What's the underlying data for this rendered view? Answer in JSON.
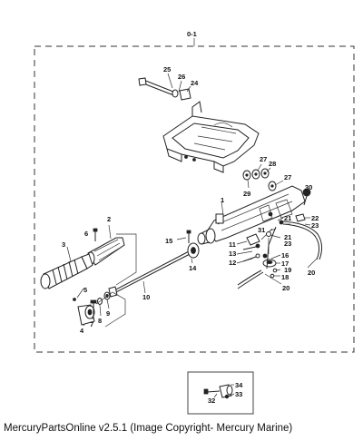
{
  "assembly_label": "0-1",
  "callouts": {
    "c1": "1",
    "c2": "2",
    "c3": "3",
    "c4": "4",
    "c5": "5",
    "c6": "6",
    "c7": "7",
    "c8": "8",
    "c9": "9",
    "c10": "10",
    "c11": "11",
    "c12": "12",
    "c13": "13",
    "c14": "14",
    "c15": "15",
    "c16": "16",
    "c17": "17",
    "c18": "18",
    "c19": "19",
    "c20a": "20",
    "c20b": "20",
    "c21a": "21",
    "c21b": "21",
    "c22": "22",
    "c23a": "23",
    "c23b": "23",
    "c24": "24",
    "c25": "25",
    "c26": "26",
    "c27a": "27",
    "c27b": "27",
    "c28": "28",
    "c29": "29",
    "c30": "30",
    "c31": "31",
    "c32": "32",
    "c33": "33",
    "c34": "34"
  },
  "caption": "MercuryPartsOnline v2.5.1 (Image Copyright- Mercury Marine)"
}
